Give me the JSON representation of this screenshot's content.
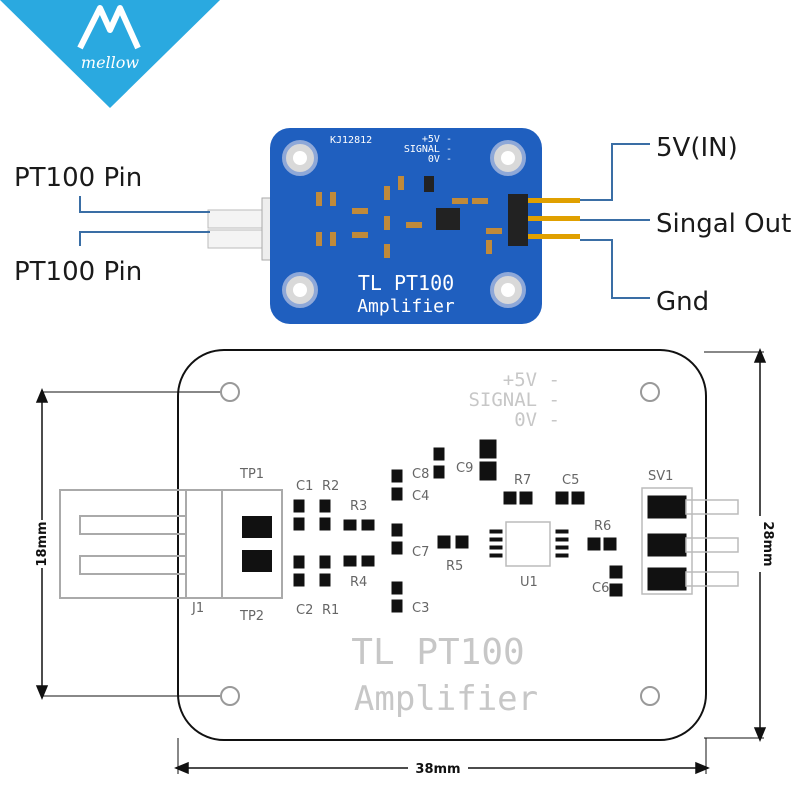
{
  "brand": {
    "logo_text": "mellow",
    "color": "#2aa9e0"
  },
  "board": {
    "color": "#1f5fbf",
    "id": "KJ12812",
    "title_line1": "TL  PT100",
    "title_line2": "Amplifier",
    "header_labels": [
      "+5V -",
      "SIGNAL -",
      "0V -"
    ],
    "connector": "J1",
    "header": "SV1",
    "test_points": [
      "TP1",
      "TP2"
    ],
    "components": [
      "C1",
      "C2",
      "R1",
      "R2",
      "R3",
      "R4",
      "C4",
      "C8",
      "C9",
      "C7",
      "C3",
      "R7",
      "C5",
      "R5",
      "R6",
      "C6",
      "U1"
    ]
  },
  "callouts": {
    "left_top": "PT100 Pin",
    "left_bottom": "PT100 Pin",
    "right_top": "5V(IN)",
    "right_middle": "Singal Out",
    "right_bottom": "Gnd"
  },
  "dimensions": {
    "height_left": "18mm",
    "height_right": "28mm",
    "width": "38mm"
  }
}
